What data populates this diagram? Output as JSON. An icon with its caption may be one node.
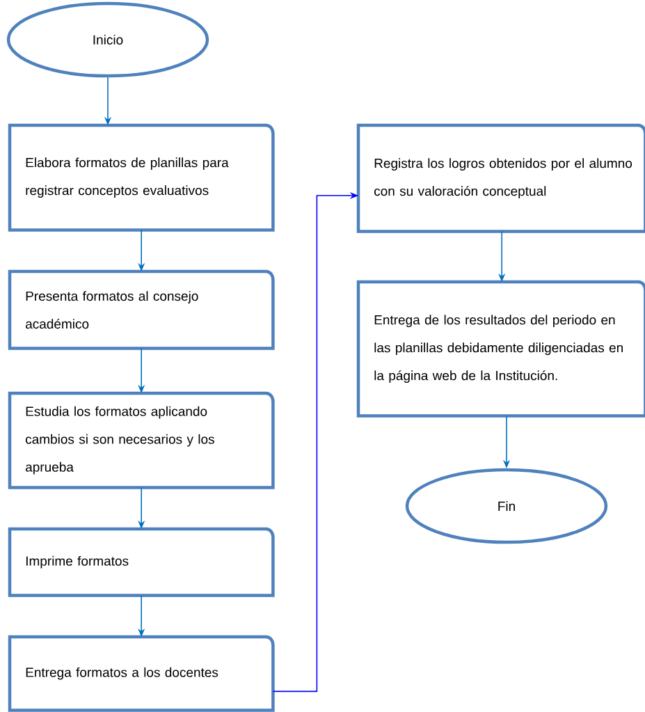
{
  "diagram": {
    "nodes": [
      {
        "text": [
          "Inicio"
        ]
      },
      {
        "text": [
          "Elabora formatos de planillas para registrar conceptos evaluativos"
        ]
      },
      {
        "text": [
          "Presenta formatos al consejo académico"
        ]
      },
      {
        "text": [
          "Estudia los formatos aplicando cambios si son necesarios y los aprueba"
        ]
      },
      {
        "text": [
          "Imprime formatos"
        ]
      },
      {
        "text": [
          "Entrega formatos a los docentes"
        ]
      },
      {
        "text": [
          "Registra los logros obtenidos por el alumno con su valoración conceptual"
        ]
      },
      {
        "text": [
          "Entrega de los resultados del periodo en las planillas debidamente diligenciadas en la página web de la Institución."
        ]
      },
      {
        "text": [
          "Fin"
        ]
      }
    ],
    "edges": [
      {
        "from": 0,
        "to": 1,
        "arrow": "to"
      },
      {
        "from": 1,
        "to": 2,
        "arrow": "to"
      },
      {
        "from": 2,
        "to": 3,
        "arrow": "to"
      },
      {
        "from": 3,
        "to": 4,
        "arrow": "to"
      },
      {
        "from": 4,
        "to": 5,
        "arrow": "to"
      },
      {
        "from": 5,
        "to": 6,
        "arrow": "to",
        "color": "#0000ff"
      },
      {
        "from": 6,
        "to": 7,
        "arrow": "to"
      },
      {
        "from": 7,
        "to": 8,
        "arrow": "to"
      }
    ]
  }
}
